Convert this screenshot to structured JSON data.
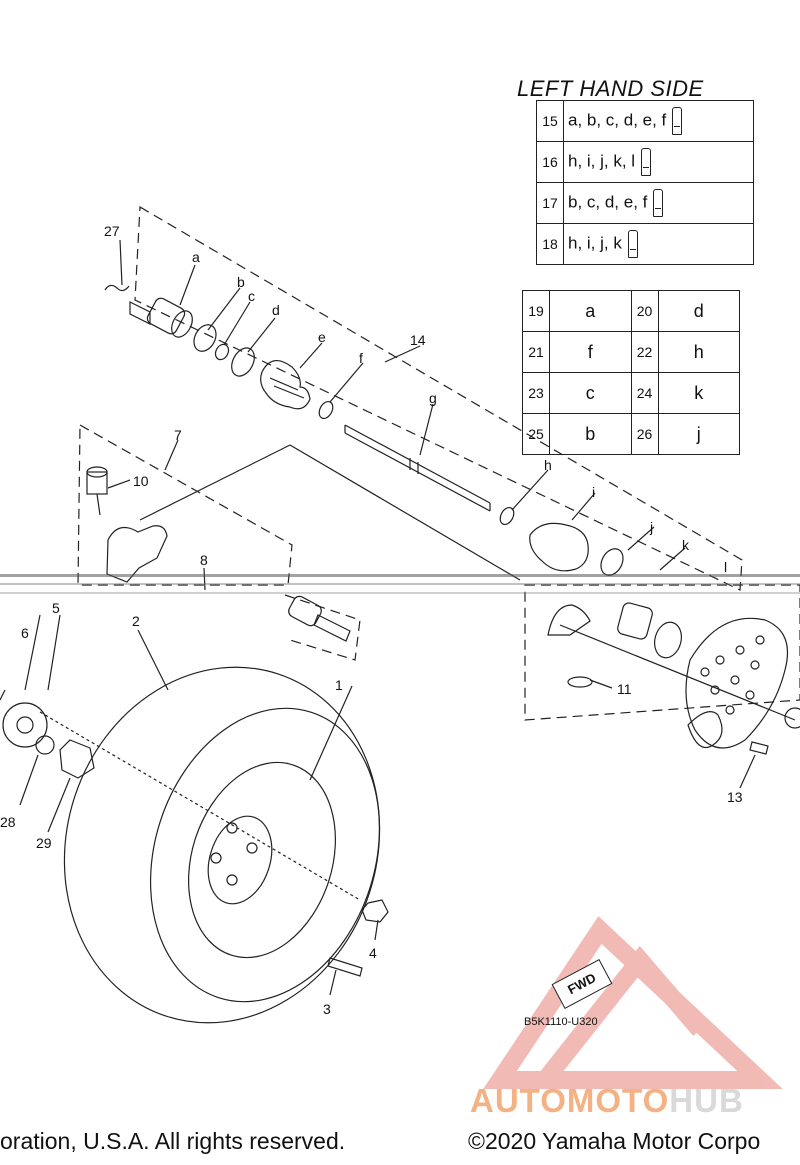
{
  "table": {
    "title": "LEFT HAND SIDE",
    "grease_rows": [
      {
        "num": "15",
        "letters": "a, b, c, d, e, f"
      },
      {
        "num": "16",
        "letters": "h, i, j, k, l"
      },
      {
        "num": "17",
        "letters": "b, c, d, e, f"
      },
      {
        "num": "18",
        "letters": "h, i, j, k"
      }
    ],
    "pair_rows": [
      {
        "n1": "19",
        "v1": "a",
        "n2": "20",
        "v2": "d"
      },
      {
        "n1": "21",
        "v1": "f",
        "n2": "22",
        "v2": "h"
      },
      {
        "n1": "23",
        "v1": "c",
        "n2": "24",
        "v2": "k"
      },
      {
        "n1": "25",
        "v1": "b",
        "n2": "26",
        "v2": "j"
      }
    ]
  },
  "callouts": {
    "c1": "1",
    "c2": "2",
    "c3": "3",
    "c4": "4",
    "c5": "5",
    "c6": "6",
    "c7": "7",
    "c8": "8",
    "c10": "10",
    "c11": "11",
    "c13": "13",
    "c14": "14",
    "c27": "27",
    "c28": "28",
    "c29": "29",
    "a": "a",
    "b": "b",
    "c": "c",
    "d": "d",
    "e": "e",
    "f": "f",
    "g": "g",
    "h": "h",
    "i": "i",
    "j": "j",
    "k": "k",
    "l": "l"
  },
  "fwd_label": "FWD",
  "diagram_code": "B5K1110-U320",
  "watermark": {
    "part1": "AUTOMOTO",
    "part2": "HUB"
  },
  "footer": {
    "left": "oration, U.S.A. All rights reserved.",
    "right": "©2020 Yamaha Motor Corpo"
  }
}
